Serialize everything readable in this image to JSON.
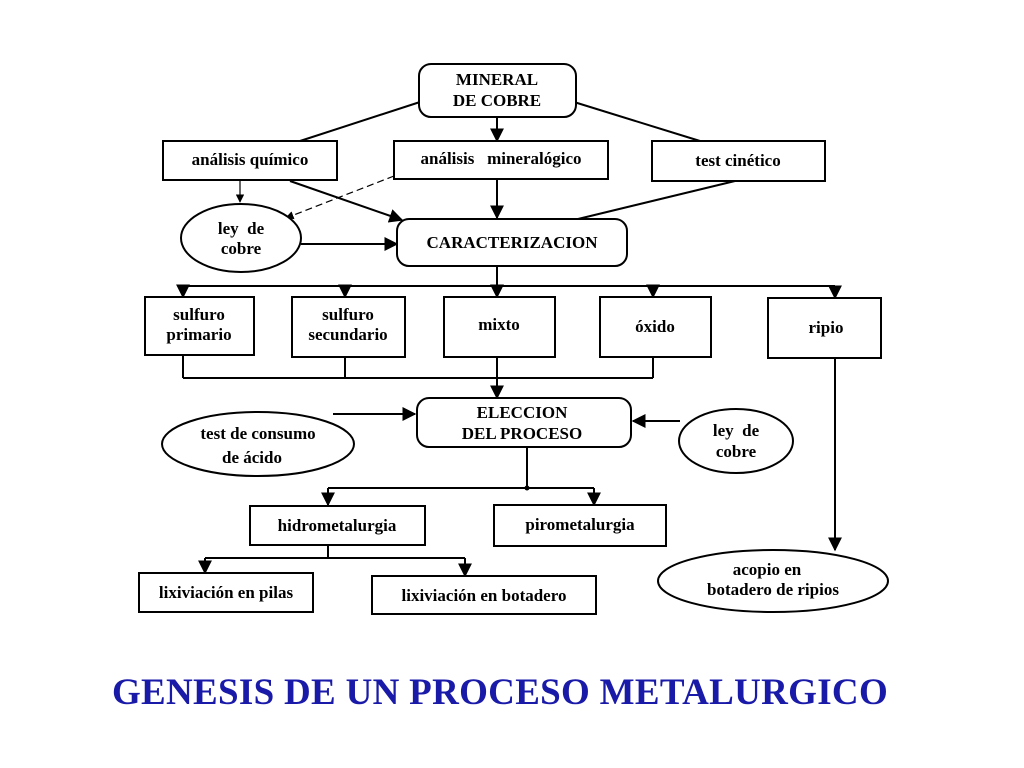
{
  "title": "GENESIS DE UN PROCESO METALURGICO",
  "colors": {
    "title": "#1a1aa8",
    "lines": "#000000"
  },
  "nodes": {
    "mineral": [
      "MINERAL",
      "DE COBRE"
    ],
    "analisis_quimico": [
      "análisis químico"
    ],
    "analisis_mineralogico": [
      "análisis   mineralógico"
    ],
    "test_cinetico": [
      "test cinético"
    ],
    "ley_cobre_1": [
      "ley  de",
      "cobre"
    ],
    "caracterizacion": [
      "CARACTERIZACION"
    ],
    "sulfuro_primario": [
      "sulfuro",
      "primario"
    ],
    "sulfuro_secundario": [
      "sulfuro",
      "secundario"
    ],
    "mixto": [
      "mixto"
    ],
    "oxido": [
      "óxido"
    ],
    "ripio": [
      "ripio"
    ],
    "eleccion": [
      "ELECCION",
      "DEL PROCESO"
    ],
    "test_consumo": [
      "test de consumo",
      "de ácido"
    ],
    "ley_cobre_2": [
      "ley  de",
      "cobre"
    ],
    "hidrometalurgia": [
      "hidrometalurgia"
    ],
    "pirometalurgia": [
      "pirometalurgia"
    ],
    "lixiviacion_pilas": [
      "lixiviación en pilas"
    ],
    "lixiviacion_botadero": [
      "lixiviación en botadero"
    ],
    "acopio": [
      "acopio en",
      "botadero de ripios"
    ]
  }
}
